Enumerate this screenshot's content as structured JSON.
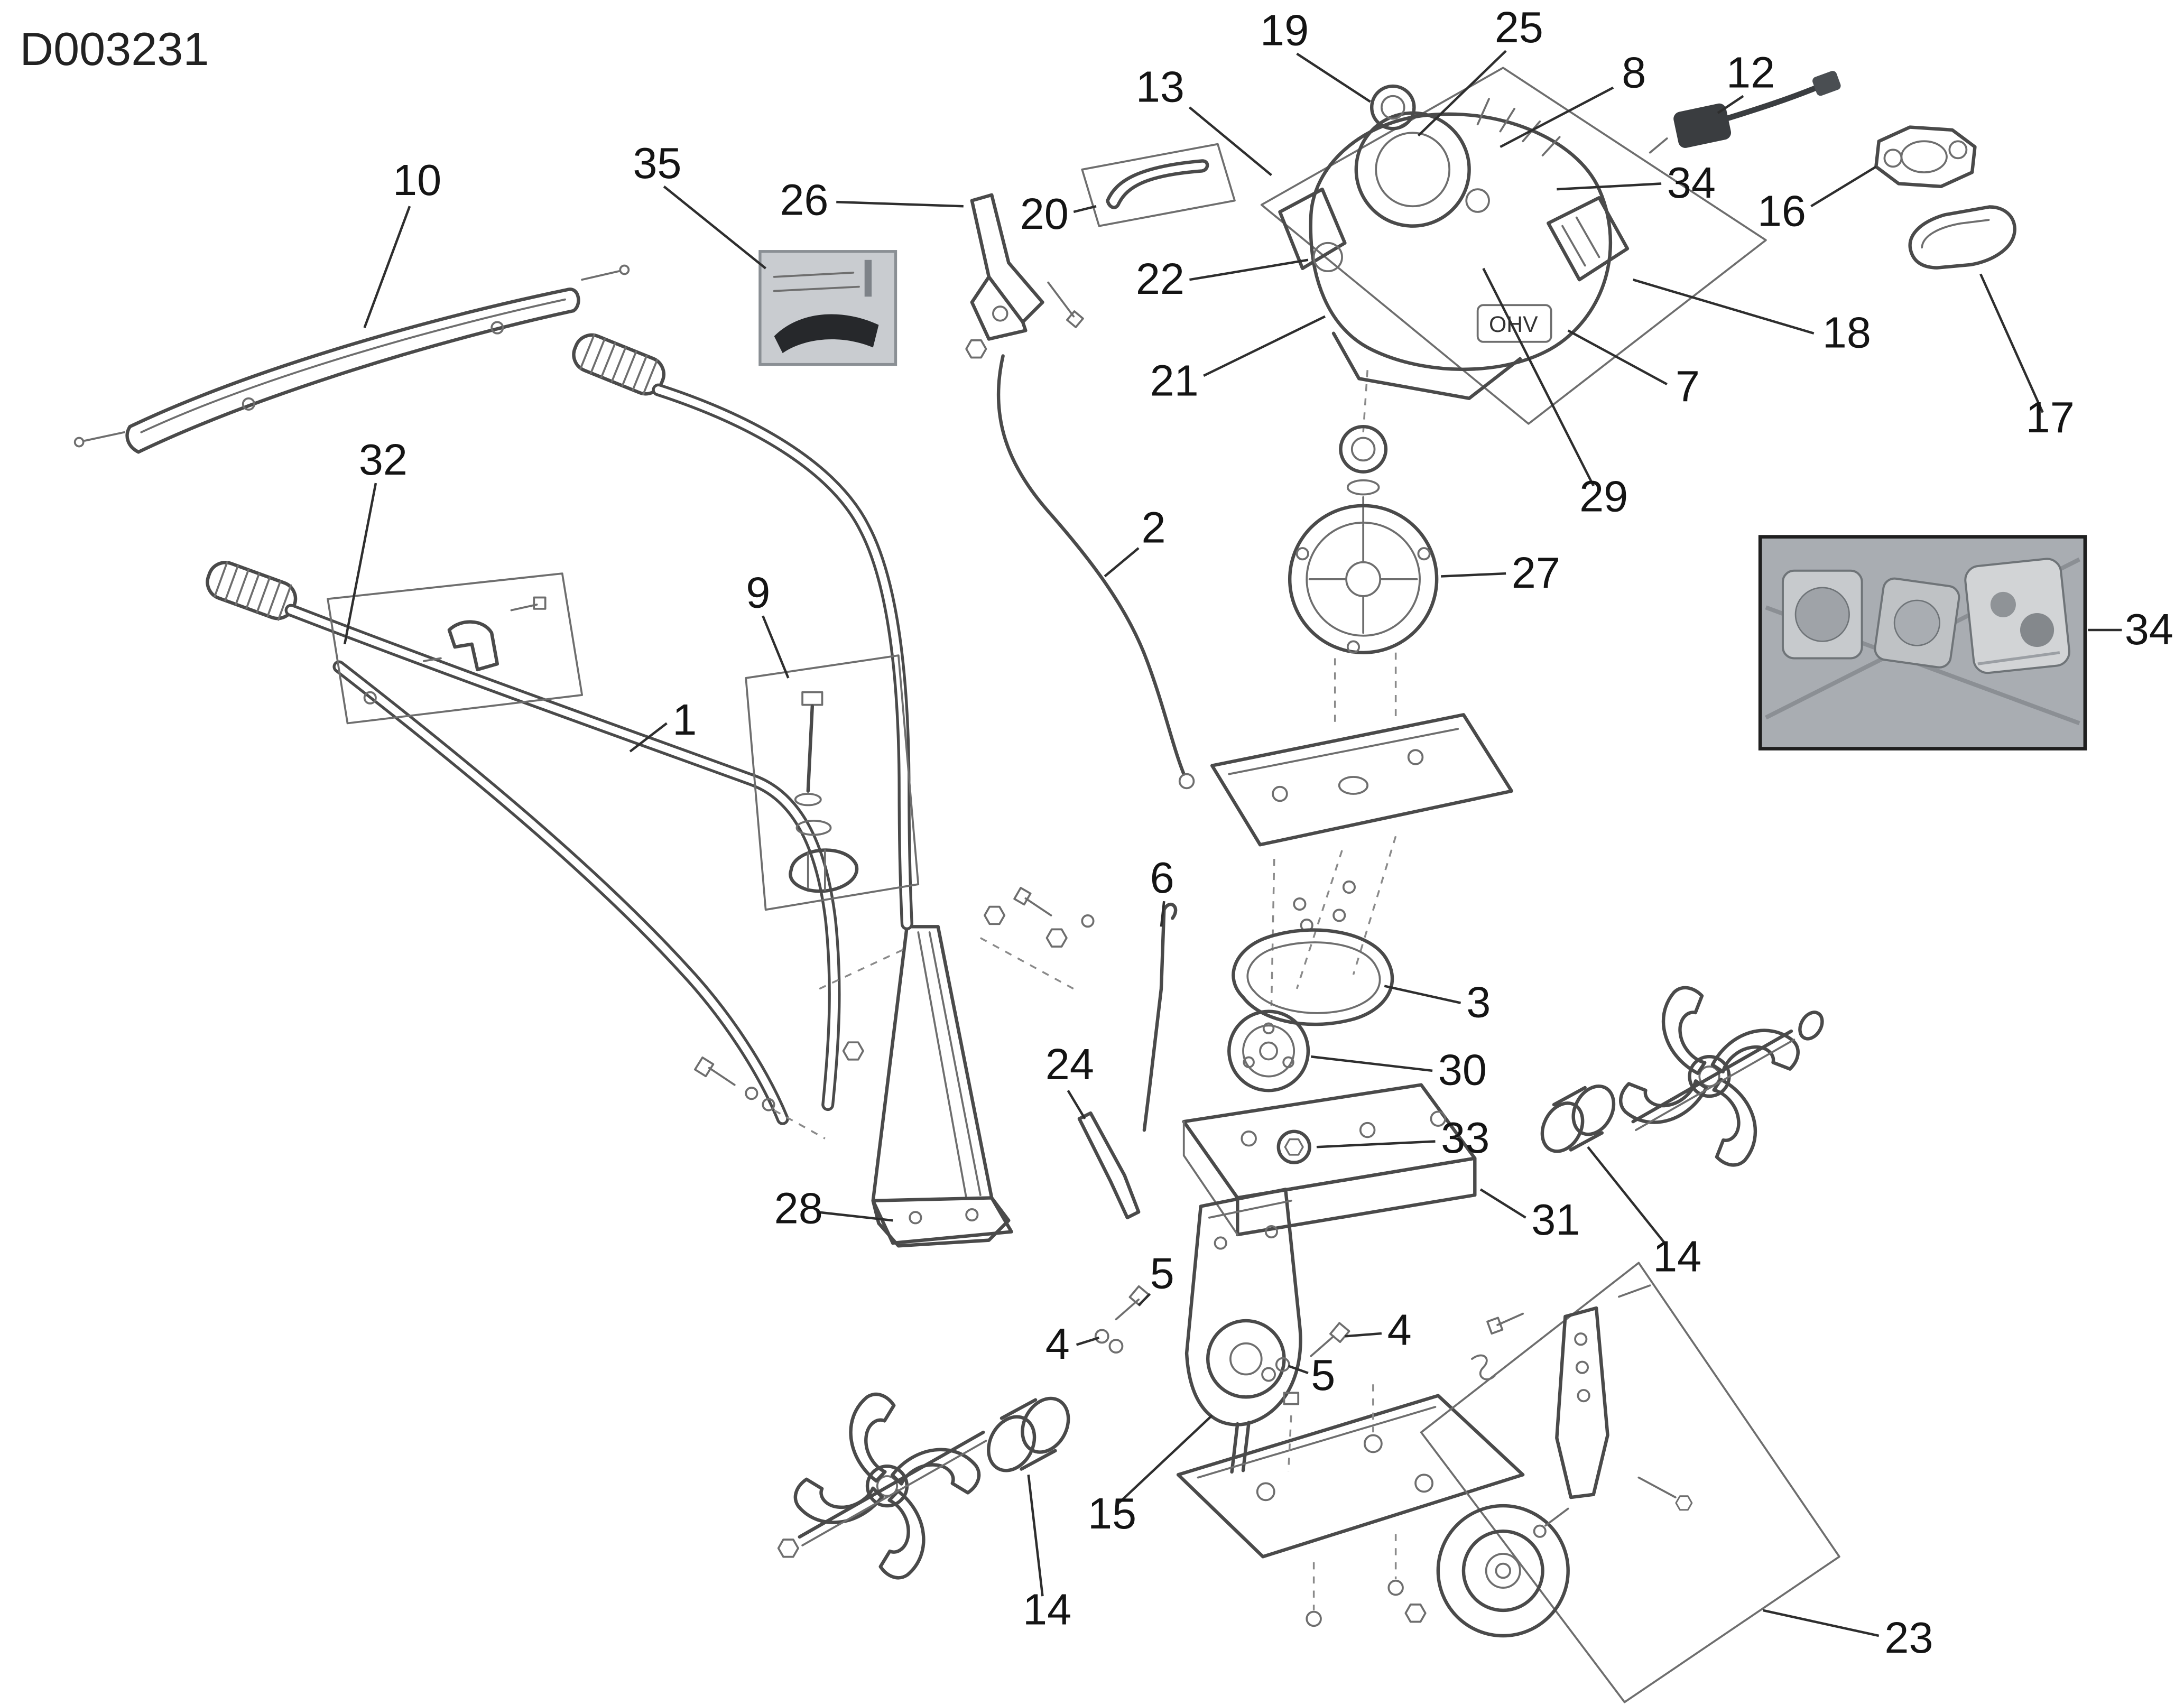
{
  "diagram": {
    "id": "D003231",
    "engine_badge": "OHV"
  },
  "colors": {
    "background": "#ffffff",
    "line": "#4a4a4a",
    "label": "#141414",
    "photo_background": "#a9adb2"
  },
  "callouts": [
    {
      "label": "10"
    },
    {
      "label": "35"
    },
    {
      "label": "26"
    },
    {
      "label": "20"
    },
    {
      "label": "13"
    },
    {
      "label": "19"
    },
    {
      "label": "25"
    },
    {
      "label": "8"
    },
    {
      "label": "12"
    },
    {
      "label": "34"
    },
    {
      "label": "16"
    },
    {
      "label": "22"
    },
    {
      "label": "21"
    },
    {
      "label": "18"
    },
    {
      "label": "7"
    },
    {
      "label": "17"
    },
    {
      "label": "29"
    },
    {
      "label": "2"
    },
    {
      "label": "27"
    },
    {
      "label": "34"
    },
    {
      "label": "32"
    },
    {
      "label": "9"
    },
    {
      "label": "1"
    },
    {
      "label": "6"
    },
    {
      "label": "3"
    },
    {
      "label": "30"
    },
    {
      "label": "24"
    },
    {
      "label": "33"
    },
    {
      "label": "31"
    },
    {
      "label": "14"
    },
    {
      "label": "28"
    },
    {
      "label": "5"
    },
    {
      "label": "4"
    },
    {
      "label": "4"
    },
    {
      "label": "5"
    },
    {
      "label": "15"
    },
    {
      "label": "14"
    },
    {
      "label": "23"
    }
  ]
}
